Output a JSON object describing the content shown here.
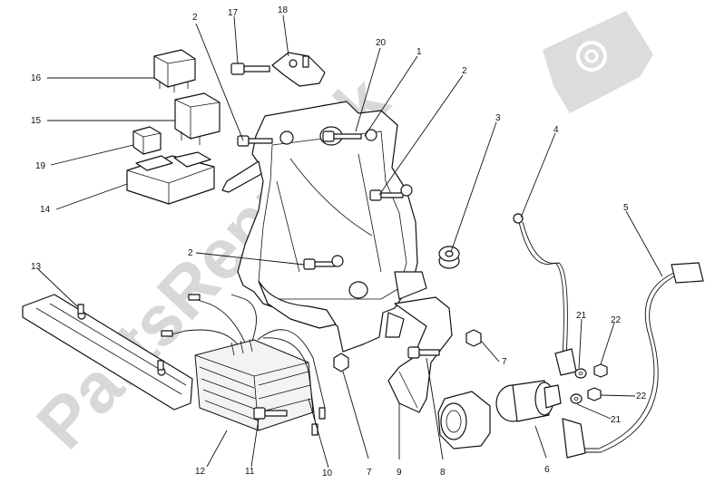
{
  "watermark": {
    "text": "PartsRepublik"
  },
  "callouts": [
    {
      "id": "c2a",
      "label": "2"
    },
    {
      "id": "c17",
      "label": "17"
    },
    {
      "id": "c18",
      "label": "18"
    },
    {
      "id": "c20",
      "label": "20"
    },
    {
      "id": "c1",
      "label": "1"
    },
    {
      "id": "c2b",
      "label": "2"
    },
    {
      "id": "c3",
      "label": "3"
    },
    {
      "id": "c4",
      "label": "4"
    },
    {
      "id": "c5",
      "label": "5"
    },
    {
      "id": "c16",
      "label": "16"
    },
    {
      "id": "c15",
      "label": "15"
    },
    {
      "id": "c19",
      "label": "19"
    },
    {
      "id": "c14",
      "label": "14"
    },
    {
      "id": "c13",
      "label": "13"
    },
    {
      "id": "c2c",
      "label": "2"
    },
    {
      "id": "c21a",
      "label": "21"
    },
    {
      "id": "c22a",
      "label": "22"
    },
    {
      "id": "c7a",
      "label": "7"
    },
    {
      "id": "c22b",
      "label": "22"
    },
    {
      "id": "c21b",
      "label": "21"
    },
    {
      "id": "c12",
      "label": "12"
    },
    {
      "id": "c11",
      "label": "11"
    },
    {
      "id": "c10",
      "label": "10"
    },
    {
      "id": "c7b",
      "label": "7"
    },
    {
      "id": "c9",
      "label": "9"
    },
    {
      "id": "c8",
      "label": "8"
    },
    {
      "id": "c6",
      "label": "6"
    }
  ]
}
